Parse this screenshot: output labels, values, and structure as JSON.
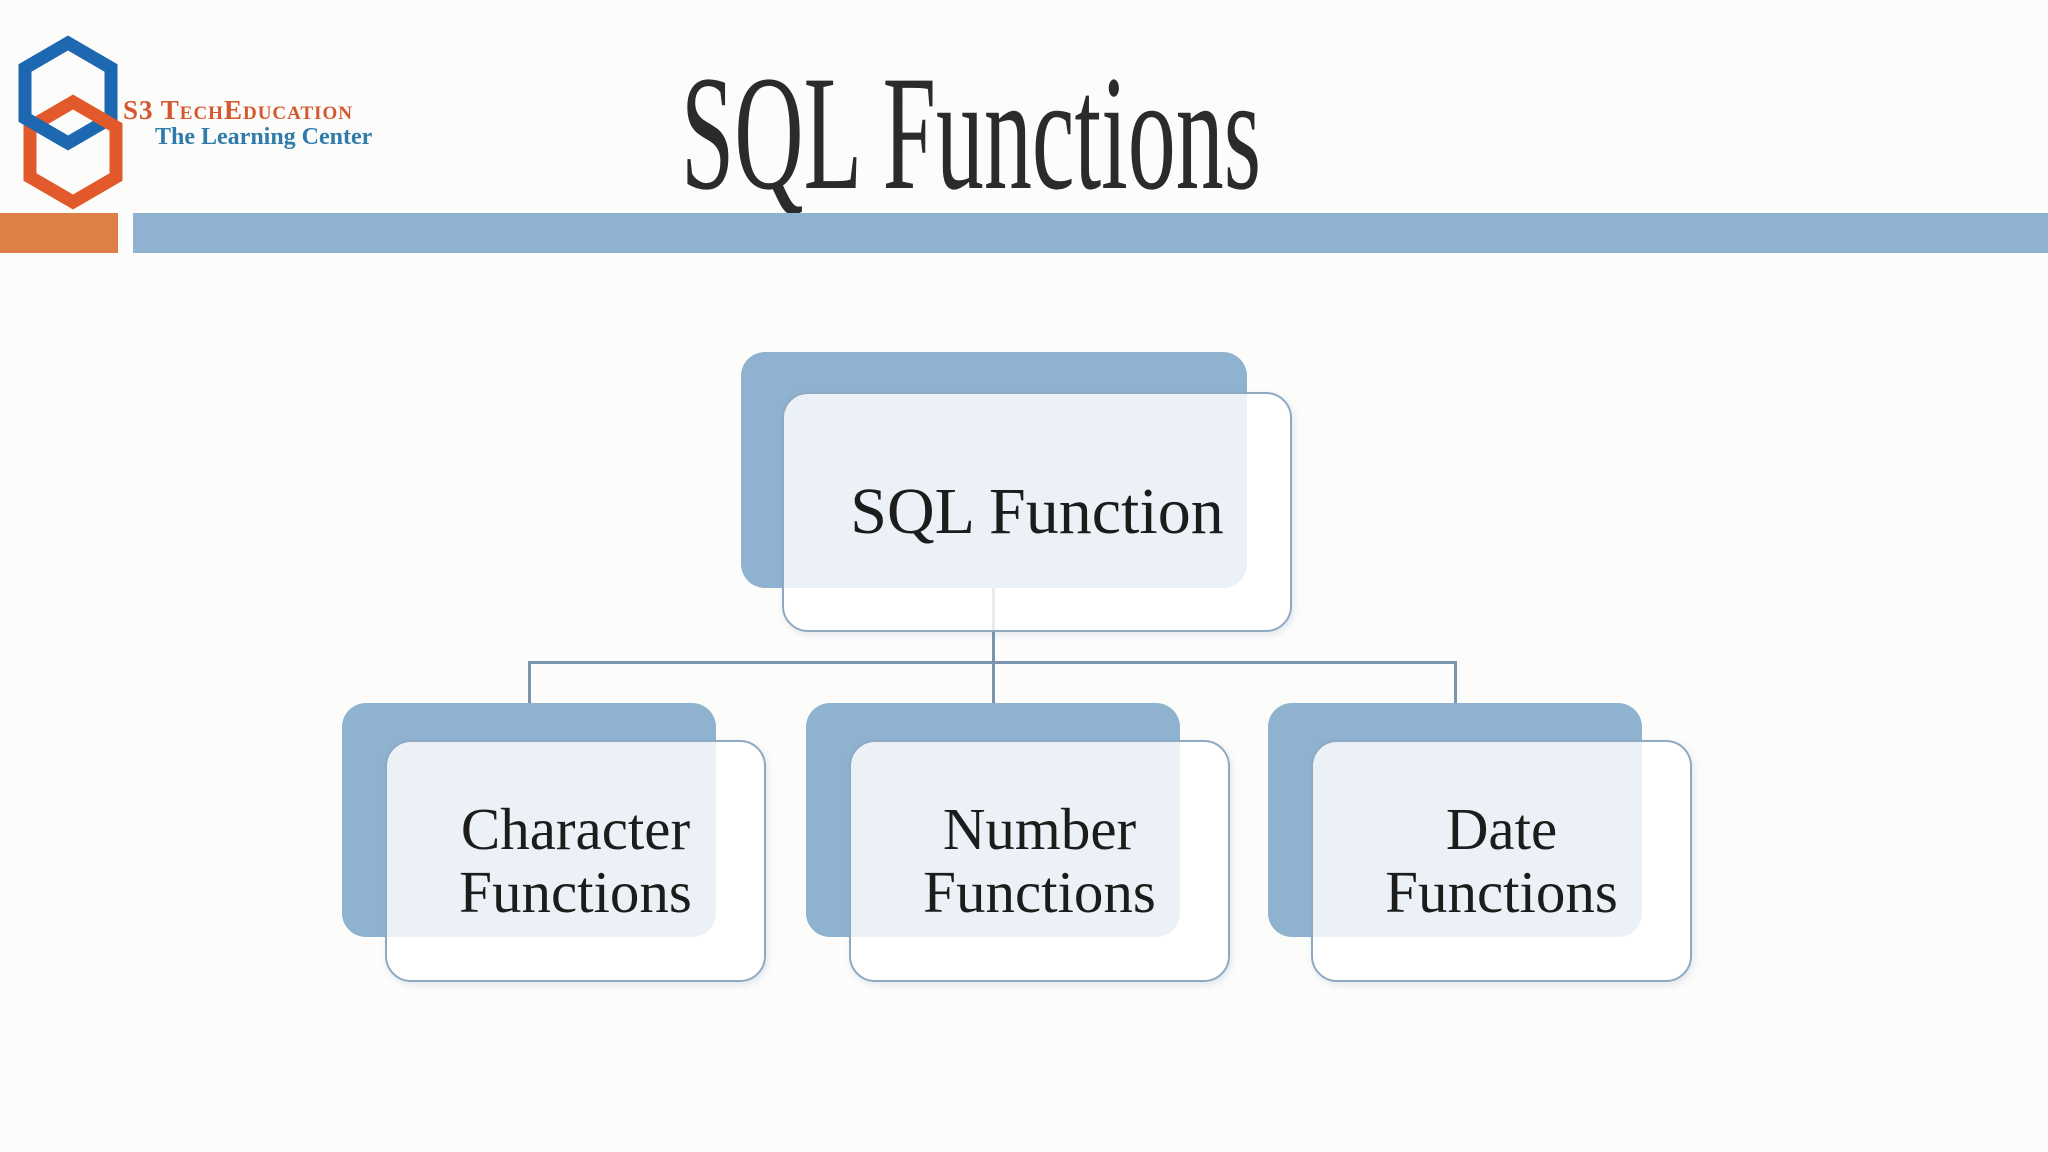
{
  "slide": {
    "title": "SQL Functions",
    "background_color": "#fcfcfb",
    "title_color": "#2b2b2b"
  },
  "logo": {
    "brand": "S3 TechEducation",
    "tagline": "The Learning Center",
    "brand_color": "#d4572e",
    "tagline_color": "#2f7cab",
    "hexagon_blue": "#1e68b2",
    "hexagon_orange": "#e2592c"
  },
  "divider": {
    "orange_color": "#dc8045",
    "blue_color": "#8fb2d1"
  },
  "diagram": {
    "type": "hierarchy",
    "root": {
      "label": "SQL Function"
    },
    "children": [
      {
        "label": "Character Functions"
      },
      {
        "label": "Number Functions"
      },
      {
        "label": "Date Functions"
      }
    ],
    "node_back_color": "#8fb2d1",
    "node_front_fill": "rgba(255,255,255,0.82)",
    "node_border_color": "#8fa9c2",
    "connector_color": "#7b95ae",
    "text_color": "#1c1c1c"
  }
}
